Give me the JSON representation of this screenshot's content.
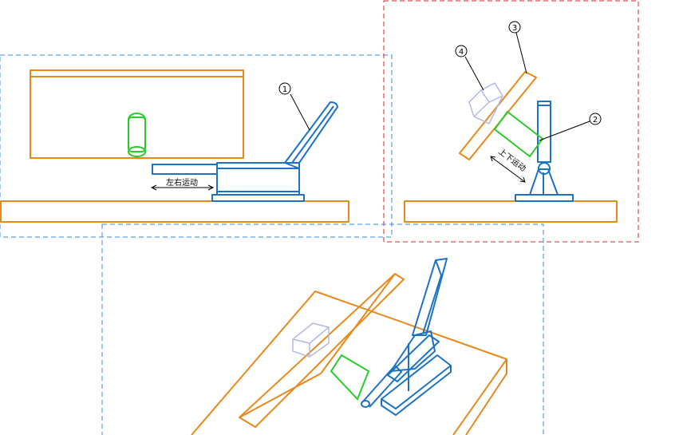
{
  "colors": {
    "frame_orange": "#e8891c",
    "clamp_blue": "#1c72c4",
    "pin_green": "#2cc92c",
    "part_lavender": "#b4b8e6",
    "view_frame_blue": "#3a8ee0",
    "view_frame_red": "#d02a2a"
  },
  "annotations": {
    "motion_left_right": "左右运动",
    "motion_up_down": "上下运动"
  },
  "callouts": {
    "c1": "1",
    "c2": "2",
    "c3": "3",
    "c4": "4"
  }
}
